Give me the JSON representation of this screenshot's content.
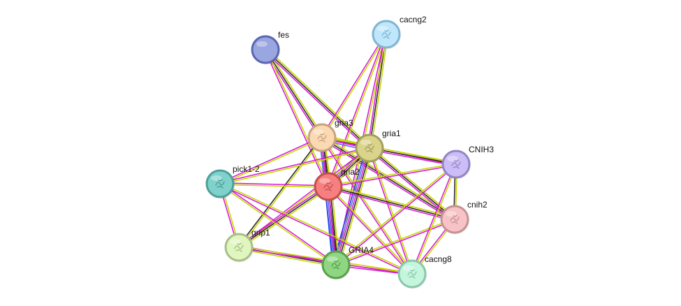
{
  "nodes": [
    {
      "id": "fes",
      "label": "fes",
      "fill": "#9aa6e0",
      "stroke": "#5a66b0",
      "icon": "none"
    },
    {
      "id": "cacng2",
      "label": "cacng2",
      "fill": "#bfe6fb",
      "stroke": "#7fb6d0",
      "icon": "protein-structure"
    },
    {
      "id": "gria3",
      "label": "gria3",
      "fill": "#fbd9b3",
      "stroke": "#c9a27e",
      "icon": "protein-structure"
    },
    {
      "id": "gria1",
      "label": "gria1",
      "fill": "#d9d38c",
      "stroke": "#a39e5c",
      "icon": "protein-structure"
    },
    {
      "id": "CNIH3",
      "label": "CNIH3",
      "fill": "#cdbdf7",
      "stroke": "#9385c7",
      "icon": "protein-structure"
    },
    {
      "id": "pick1-2",
      "label": "pick1-2",
      "fill": "#7fd1cb",
      "stroke": "#4f9f98",
      "icon": "protein-structure"
    },
    {
      "id": "gria2",
      "label": "gria2",
      "fill": "#f77f7f",
      "stroke": "#c24f4f",
      "icon": "protein-structure"
    },
    {
      "id": "cnih2",
      "label": "cnih2",
      "fill": "#f7c3c6",
      "stroke": "#c49295",
      "icon": "protein-structure"
    },
    {
      "id": "grip1",
      "label": "grip1",
      "fill": "#e1f5bf",
      "stroke": "#a7c08a",
      "icon": "protein-structure"
    },
    {
      "id": "GRIA4",
      "label": "GRIA4",
      "fill": "#8fd682",
      "stroke": "#5aa04e",
      "icon": "protein-structure"
    },
    {
      "id": "cacng8",
      "label": "cacng8",
      "fill": "#c4f6de",
      "stroke": "#8cc6ab",
      "icon": "protein-structure"
    }
  ],
  "edge_colors": {
    "textmining": "#c7d600",
    "coexpression": "#2b2b2b",
    "experiments": "#d61fd6",
    "databases": "#3cc2c2",
    "homology": "#6a6ae8",
    "neighborhood": "#1f3fe8"
  },
  "edges": [
    {
      "source": "fes",
      "target": "gria3",
      "types": [
        "textmining",
        "coexpression",
        "experiments"
      ]
    },
    {
      "source": "fes",
      "target": "gria1",
      "types": [
        "textmining",
        "coexpression",
        "experiments"
      ]
    },
    {
      "source": "fes",
      "target": "gria2",
      "types": [
        "textmining",
        "experiments"
      ]
    },
    {
      "source": "cacng2",
      "target": "gria3",
      "types": [
        "textmining",
        "experiments"
      ]
    },
    {
      "source": "cacng2",
      "target": "gria1",
      "types": [
        "textmining",
        "coexpression",
        "experiments"
      ]
    },
    {
      "source": "cacng2",
      "target": "gria2",
      "types": [
        "textmining",
        "experiments"
      ]
    },
    {
      "source": "cacng2",
      "target": "GRIA4",
      "types": [
        "textmining",
        "experiments"
      ]
    },
    {
      "source": "gria3",
      "target": "gria1",
      "types": [
        "textmining",
        "coexpression",
        "experiments",
        "homology"
      ]
    },
    {
      "source": "gria3",
      "target": "gria2",
      "types": [
        "textmining",
        "coexpression",
        "experiments",
        "homology"
      ]
    },
    {
      "source": "gria3",
      "target": "GRIA4",
      "types": [
        "textmining",
        "coexpression",
        "experiments",
        "homology"
      ]
    },
    {
      "source": "gria3",
      "target": "CNIH3",
      "types": [
        "textmining",
        "experiments"
      ]
    },
    {
      "source": "gria3",
      "target": "cnih2",
      "types": [
        "textmining",
        "coexpression",
        "experiments"
      ]
    },
    {
      "source": "gria3",
      "target": "pick1-2",
      "types": [
        "textmining",
        "experiments"
      ]
    },
    {
      "source": "gria3",
      "target": "grip1",
      "types": [
        "textmining",
        "coexpression"
      ]
    },
    {
      "source": "gria3",
      "target": "cacng8",
      "types": [
        "textmining",
        "experiments"
      ]
    },
    {
      "source": "gria1",
      "target": "gria2",
      "types": [
        "textmining",
        "coexpression",
        "experiments",
        "homology"
      ]
    },
    {
      "source": "gria1",
      "target": "GRIA4",
      "types": [
        "textmining",
        "coexpression",
        "experiments",
        "homology",
        "neighborhood"
      ]
    },
    {
      "source": "gria1",
      "target": "CNIH3",
      "types": [
        "textmining",
        "coexpression",
        "experiments"
      ]
    },
    {
      "source": "gria1",
      "target": "cnih2",
      "types": [
        "textmining",
        "coexpression",
        "experiments"
      ]
    },
    {
      "source": "gria1",
      "target": "pick1-2",
      "types": [
        "textmining",
        "experiments"
      ]
    },
    {
      "source": "gria1",
      "target": "grip1",
      "types": [
        "textmining",
        "experiments"
      ]
    },
    {
      "source": "gria1",
      "target": "cacng8",
      "types": [
        "textmining",
        "experiments"
      ]
    },
    {
      "source": "gria2",
      "target": "GRIA4",
      "types": [
        "textmining",
        "coexpression",
        "experiments",
        "homology",
        "neighborhood"
      ]
    },
    {
      "source": "gria2",
      "target": "CNIH3",
      "types": [
        "textmining",
        "experiments"
      ]
    },
    {
      "source": "gria2",
      "target": "cnih2",
      "types": [
        "textmining",
        "coexpression",
        "experiments"
      ]
    },
    {
      "source": "gria2",
      "target": "pick1-2",
      "types": [
        "textmining",
        "experiments"
      ]
    },
    {
      "source": "gria2",
      "target": "grip1",
      "types": [
        "textmining",
        "coexpression",
        "experiments"
      ]
    },
    {
      "source": "gria2",
      "target": "cacng8",
      "types": [
        "textmining",
        "experiments"
      ]
    },
    {
      "source": "GRIA4",
      "target": "CNIH3",
      "types": [
        "textmining",
        "experiments"
      ]
    },
    {
      "source": "GRIA4",
      "target": "cnih2",
      "types": [
        "textmining",
        "experiments"
      ]
    },
    {
      "source": "GRIA4",
      "target": "pick1-2",
      "types": [
        "textmining",
        "experiments"
      ]
    },
    {
      "source": "GRIA4",
      "target": "grip1",
      "types": [
        "textmining",
        "coexpression",
        "experiments"
      ]
    },
    {
      "source": "GRIA4",
      "target": "cacng8",
      "types": [
        "textmining",
        "experiments"
      ]
    },
    {
      "source": "CNIH3",
      "target": "cnih2",
      "types": [
        "textmining",
        "coexpression"
      ]
    },
    {
      "source": "CNIH3",
      "target": "cacng8",
      "types": [
        "textmining",
        "experiments"
      ]
    },
    {
      "source": "cnih2",
      "target": "cacng8",
      "types": [
        "textmining",
        "experiments"
      ]
    },
    {
      "source": "pick1-2",
      "target": "grip1",
      "types": [
        "textmining",
        "experiments"
      ]
    },
    {
      "source": "pick1-2",
      "target": "cacng8",
      "types": [
        "textmining",
        "experiments"
      ]
    },
    {
      "source": "grip1",
      "target": "cacng8",
      "types": [
        "textmining",
        "experiments"
      ]
    }
  ]
}
